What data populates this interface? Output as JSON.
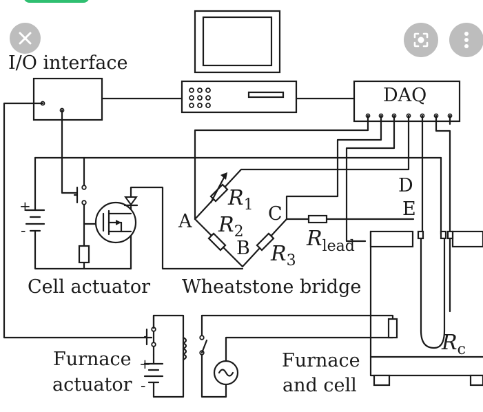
{
  "labels": {
    "io_interface": "I/O interface",
    "daq": "DAQ",
    "cell_actuator": "Cell actuator",
    "wheatstone_bridge": "Wheatstone bridge",
    "furnace_actuator_line1": "Furnace",
    "furnace_actuator_line2": "actuator",
    "furnace_cell_line1": "Furnace",
    "furnace_cell_line2": "and cell",
    "node_a": "A",
    "node_b": "B",
    "node_c": "C",
    "node_d": "D",
    "node_e": "E",
    "r1": "R",
    "r1_sub": "1",
    "r2": "R",
    "r2_sub": "2",
    "r3": "R",
    "r3_sub": "3",
    "rlead": "R",
    "rlead_sub": "lead",
    "rc": "R",
    "rc_sub": "c",
    "plus1": "+",
    "minus1": "-",
    "plus2": "+",
    "minus2": "-"
  },
  "icons": {
    "close": "close-icon",
    "lens": "lens-icon",
    "more": "more-vert-icon"
  },
  "colors": {
    "line": "#1a1a1a",
    "overlay": "#bdbdbd",
    "pill": "#2fbf71"
  }
}
